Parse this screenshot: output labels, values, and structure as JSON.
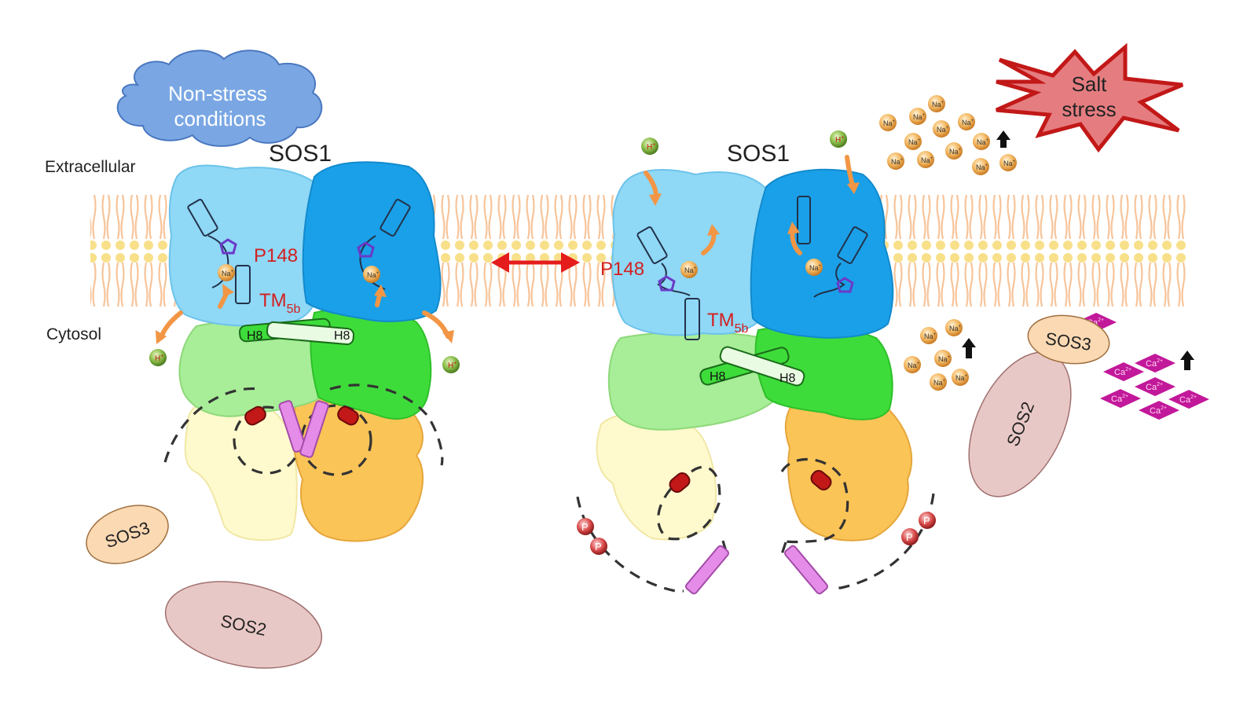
{
  "labels": {
    "extracellular": "Extracellular",
    "cytosol": "Cytosol",
    "sos1_left": "SOS1",
    "sos1_right": "SOS1",
    "non_stress_line1": "Non-stress",
    "non_stress_line2": "conditions",
    "salt_line1": "Salt",
    "salt_line2": "stress",
    "p148_left": "P148",
    "p148_right": "P148",
    "tm_left_main": "TM",
    "tm_left_sub": "5b",
    "tm_right_main": "TM",
    "tm_right_sub": "5b",
    "h8": "H8",
    "sos2": "SOS2",
    "sos3": "SOS3",
    "na_ion": "Na",
    "h_ion": "H",
    "ca_ion": "Ca",
    "ion_plus": "+",
    "ca_charge": "2+",
    "phospho": "P"
  },
  "colors": {
    "tm_light": "#8fd8f6",
    "tm_dark": "#1aa0e8",
    "cyto_light": "#a8ee98",
    "cyto_dark": "#3edc3a",
    "ctd_light": "#fffacd",
    "ctd_dark": "#fbc456",
    "membrane_head": "#f8e08a",
    "membrane_tail": "#f7c49a",
    "double_arrow": "#e51c1c",
    "red_text": "#d32020",
    "cloud": "#7aa7e4",
    "salt_star": "#e57d80",
    "salt_star_border": "#c21818",
    "sos2_fill": "#e8c8c6",
    "sos3_fill": "#fbd9b3",
    "ca_fill": "#c2189a",
    "na_fill": "#f2b25e",
    "h_fill": "#6fa23a",
    "flow_arrow": "#f29645",
    "linker_pink": "#e58ce8"
  },
  "icons": [
    "cloud-shape",
    "salt-star-shape",
    "double-arrow-icon",
    "up-arrow-icon"
  ]
}
